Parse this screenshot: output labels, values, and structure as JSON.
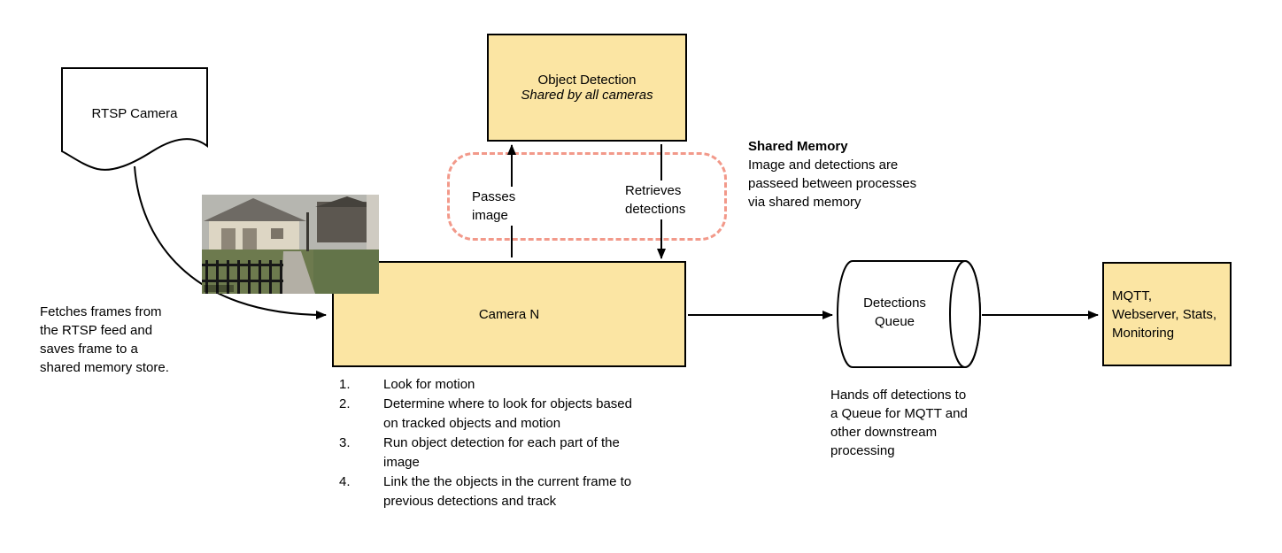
{
  "colors": {
    "node_fill": "#FBE5A3",
    "node_border": "#000000",
    "shared_memory_dash": "#F2998A",
    "arrow": "#000000"
  },
  "nodes": {
    "rtsp_camera": {
      "label": "RTSP Camera"
    },
    "object_detection": {
      "title": "Object Detection",
      "subtitle": "Shared by all cameras"
    },
    "camera_n": {
      "label": "Camera N"
    },
    "detections_queue": {
      "label": "Detections Queue"
    },
    "outputs": {
      "label": "MQTT, Webserver, Stats, Monitoring"
    }
  },
  "edges": {
    "passes_image": {
      "label": "Passes\nimage"
    },
    "retrieves_detections": {
      "label": "Retrieves\ndetections"
    }
  },
  "annotations": {
    "shared_memory": {
      "title": "Shared Memory",
      "body": "Image and detections are passeed between processes via shared memory"
    },
    "fetch_note": "Fetches frames from the RTSP feed and saves frame to a shared memory store.",
    "queue_note": "Hands off detections to a Queue for MQTT and other downstream processing",
    "steps": [
      "Look for motion",
      "Determine where to look for objects based on tracked objects and motion",
      "Run object detection for each part of the image",
      "Link the the objects in the current frame to previous detections and track"
    ]
  }
}
